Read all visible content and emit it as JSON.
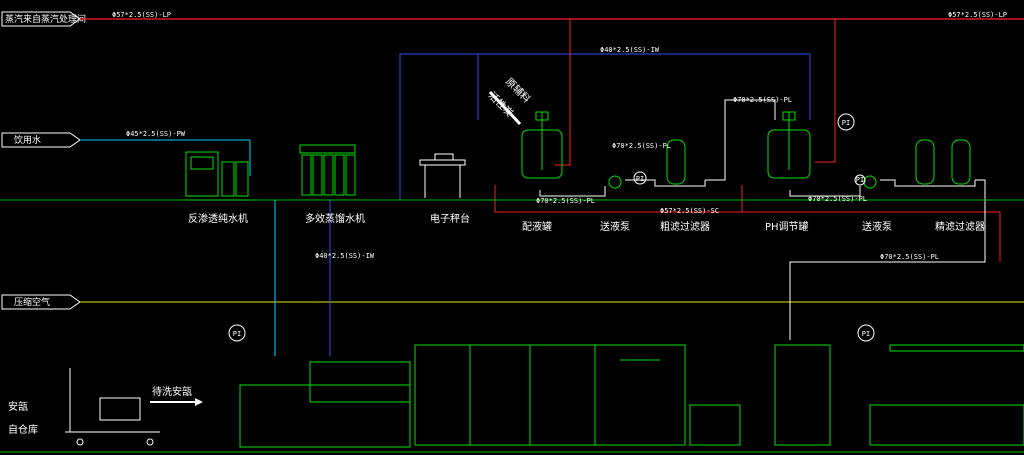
{
  "colors": {
    "background": "#000000",
    "steam": "#ff2020",
    "purified": "#2a50ff",
    "drinking": "#00d8ff",
    "compressed_air": "#e8e800",
    "equipment": "#00ff00",
    "floor": "#00c000",
    "process": "#ffffff",
    "tags": "#ffff00"
  },
  "header_lines": {
    "steam": "蒸汽来自蒸汽处理间",
    "drinking": "饮用水",
    "air": "压缩空气"
  },
  "pipe_labels": {
    "steam_left": "Φ57*2.5(SS)-LP",
    "steam_right": "Φ57*2.5(SS)-LP",
    "iw_top": "Φ40*2.5(SS)-IW",
    "pw": "Φ45*2.5(SS)-PW",
    "pl_tank1": "Φ70*2.5(SS)-PL",
    "pl_pump1": "Φ70*2.5(SS)-PL",
    "pl_tank2": "Φ70*2.5(SS)-PL",
    "pl_pump2": "Φ70*2.5(SS)-PL",
    "sc": "Φ57*2.5(SS)-SC",
    "iw_mid": "Φ40*2.5(SS)-IW",
    "pl_long": "Φ70*2.5(SS)-PL"
  },
  "equipment_labels": {
    "ro": "反渗透纯水机",
    "distiller": "多效蒸馏水机",
    "scale": "电子秤台",
    "mix_tank": "配液罐",
    "pump1": "送液泵",
    "coarse_filter": "粗滤过滤器",
    "ph_tank": "PH调节罐",
    "pump2": "送液泵",
    "fine_filter": "精滤过滤器"
  },
  "annotations": {
    "raw_material": "原辅料",
    "carbon": "活性炭",
    "wash_bottle": "待洗安瓿",
    "store_line1": "安瓿",
    "store_line2": "自仓库"
  },
  "gauges": [
    "PI",
    "PI",
    "PI",
    "PI",
    "PI"
  ]
}
